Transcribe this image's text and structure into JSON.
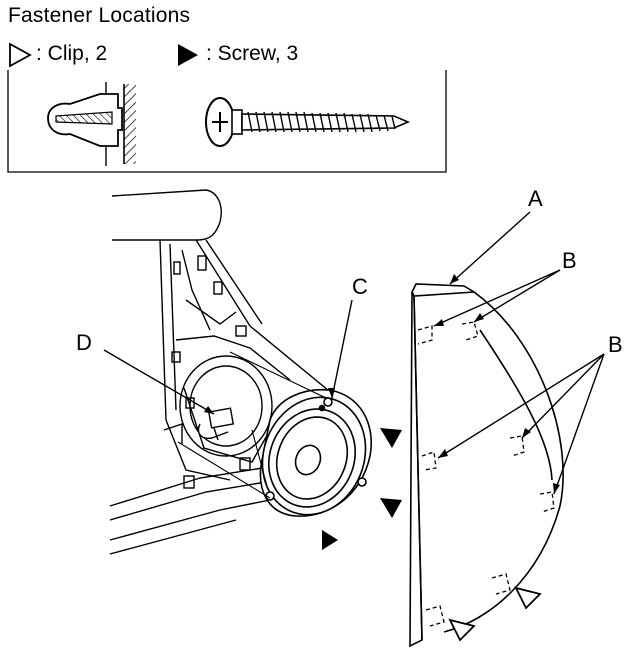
{
  "header": {
    "title": "Fastener Locations"
  },
  "legend": {
    "clip_label": ": Clip, 2",
    "screw_label": ": Screw, 3"
  },
  "callouts": {
    "a": "A",
    "b_top": "B",
    "b_right": "B",
    "c": "C",
    "d": "D"
  },
  "colors": {
    "line": "#000000",
    "background": "#ffffff"
  }
}
